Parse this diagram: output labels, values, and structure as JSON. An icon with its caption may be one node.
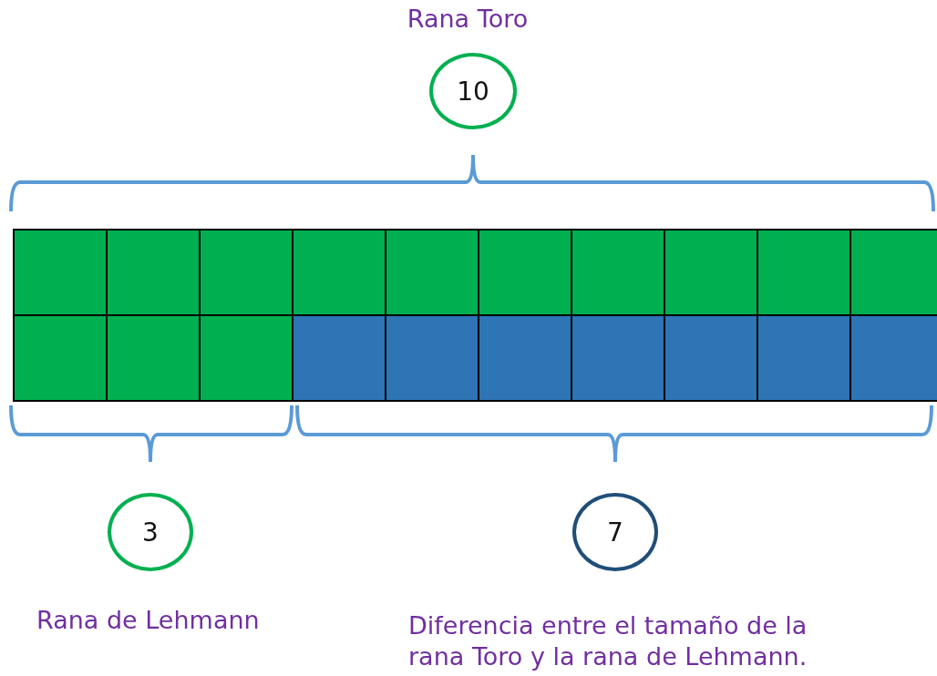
{
  "diagram": {
    "nodes": [
      {
        "text": [
          "10"
        ],
        "beside": [
          "Rana Toro"
        ]
      },
      {
        "text": [
          "3"
        ],
        "beside": [
          "Rana de Lehmann"
        ]
      },
      {
        "text": [
          "7"
        ],
        "beside": [
          "Diferencia entre el tamaño de la rana Toro y la rana de Lehmann."
        ]
      }
    ],
    "edges": []
  }
}
